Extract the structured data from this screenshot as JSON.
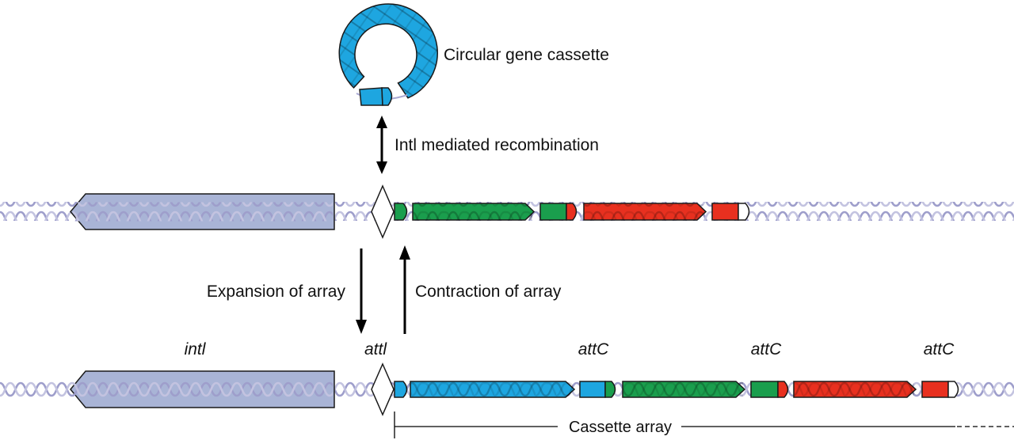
{
  "labels": {
    "circular_cassette": "Circular gene cassette",
    "recombination": "Intl mediated recombination",
    "expansion": "Expansion of array",
    "contraction": "Contraction of array",
    "intl": "intl",
    "attl": "attl",
    "attc_1": "attC",
    "attc_2": "attC",
    "attc_3": "attC",
    "cassette_array": "Cassette array"
  },
  "colors": {
    "dna_strand": "#a9a9d2",
    "intl_gene": "#a9b4d6",
    "attl_site": "#ffffff",
    "cassette_blue": "#1ea6e0",
    "cassette_green": "#1a9e4d",
    "cassette_red": "#e8301f",
    "outline": "#1a1a1a"
  },
  "icons": {
    "circular_cassette": "circular-dna-icon",
    "arrow_recombination": "double-arrow-icon",
    "arrow_expansion": "down-arrow-icon",
    "arrow_contraction": "up-arrow-icon"
  },
  "rows": [
    {
      "name": "integron-before",
      "cassettes": [
        "green",
        "red"
      ]
    },
    {
      "name": "integron-after",
      "cassettes": [
        "blue",
        "green",
        "red"
      ]
    }
  ]
}
